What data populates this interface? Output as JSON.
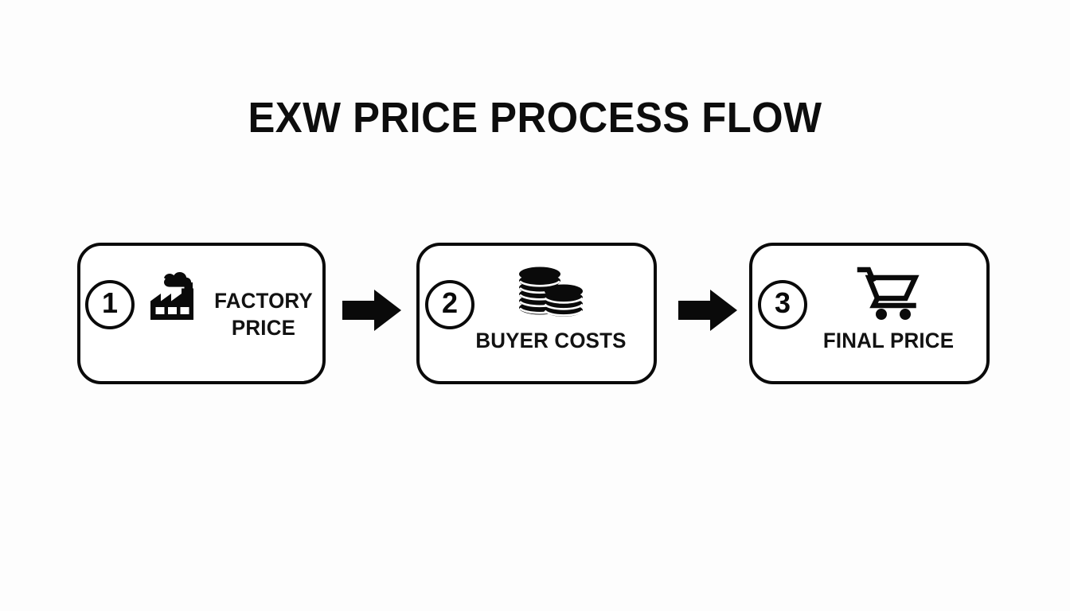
{
  "diagram": {
    "title": "EXW PRICE PROCESS FLOW",
    "background_color": "#fdfdfd",
    "line_color": "#0a0a0a",
    "text_color": "#121212",
    "steps": [
      {
        "number": "1",
        "label": "FACTORY\nPRICE",
        "icon": "factory-icon"
      },
      {
        "number": "2",
        "label": "BUYER COSTS",
        "icon": "coins-stack-icon"
      },
      {
        "number": "3",
        "label": "FINAL PRICE",
        "icon": "shopping-cart-icon"
      }
    ],
    "connectors": [
      {
        "name": "arrow-right-icon",
        "from": "1",
        "to": "2"
      },
      {
        "name": "arrow-right-icon",
        "from": "2",
        "to": "3"
      }
    ]
  }
}
